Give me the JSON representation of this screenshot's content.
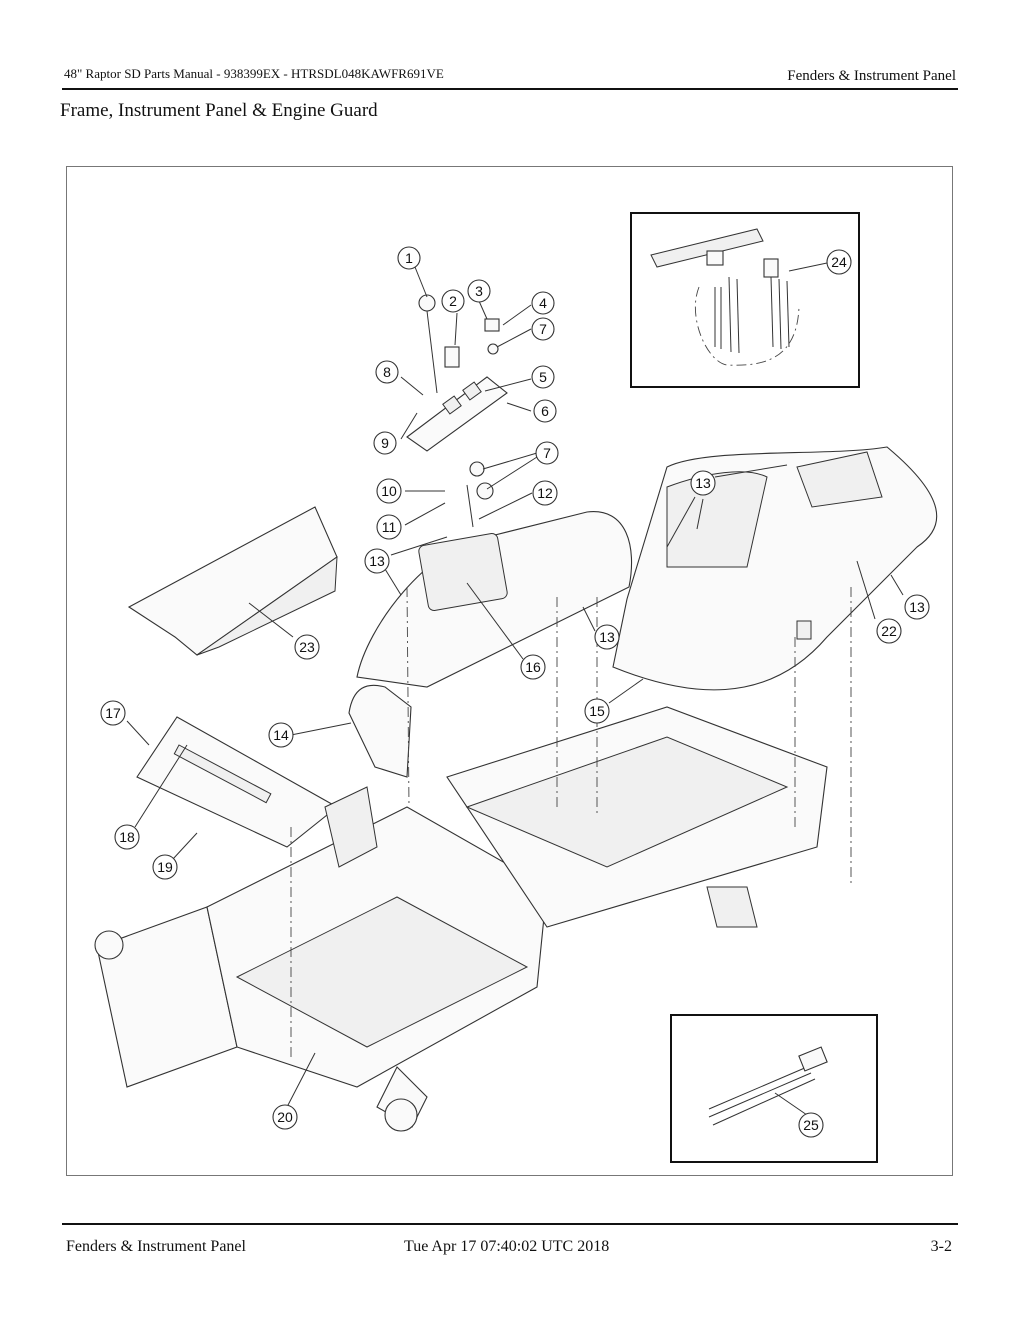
{
  "header": {
    "manual_title": "48\" Raptor SD Parts Manual - 938399EX - HTRSDL048KAWFR691VE",
    "section": "Fenders & Instrument Panel"
  },
  "page_title": "Frame, Instrument Panel & Engine Guard",
  "diagram": {
    "callouts": [
      "1",
      "2",
      "3",
      "4",
      "7",
      "8",
      "5",
      "6",
      "9",
      "7",
      "10",
      "12",
      "11",
      "13",
      "13",
      "13",
      "13",
      "13",
      "13",
      "16",
      "23",
      "17",
      "14",
      "15",
      "22",
      "18",
      "19",
      "20",
      "24",
      "25"
    ]
  },
  "footer": {
    "section": "Fenders & Instrument Panel",
    "timestamp": "Tue Apr 17 07:40:02 UTC 2018",
    "page_number": "3-2"
  }
}
